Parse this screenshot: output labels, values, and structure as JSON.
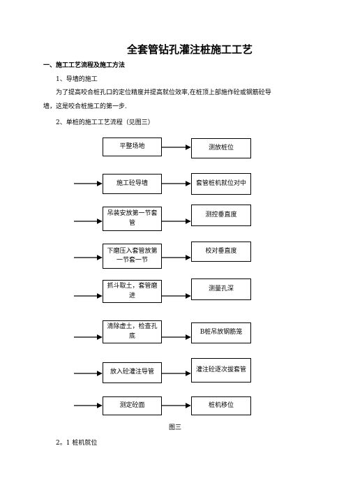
{
  "document": {
    "title": "全套管钻孔灌注桩施工工艺",
    "section_heading": "一、施工工艺流程及施工方法",
    "sub1": "1、导墙的施工",
    "para1_line1": "为了提高咬合桩孔口的定位精度并提高就位效率,在桩顶上部施作砼或钢筋砼导",
    "para1_line2": "墙，这是咬合桩施工的第一步.",
    "sub2": "2、单桩的施工工艺流程（见图三）",
    "figure_caption": "图三",
    "sub3": "2。1 桩机就位"
  },
  "flow": {
    "left": [
      "平整场地",
      "施工砼导墙",
      "吊装安放第一节套管",
      "下磨压入套管放第一节套一节",
      "抓斗取土，套管磨进",
      "清除虚土，检查孔底",
      "放入砼灌注导管",
      "测定砼面"
    ],
    "right": [
      "测放桩位",
      "套管桩机就位对中",
      "测控垂直度",
      "校对垂直度",
      "测量孔深",
      "B桩吊放钢筋笼",
      "灌注砼逐次拔套管",
      "桩机移位"
    ]
  }
}
